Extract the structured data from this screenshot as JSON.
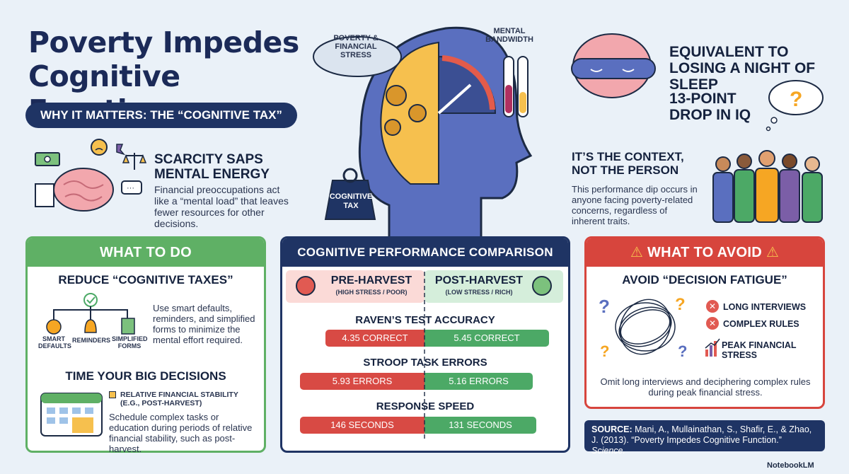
{
  "title": "Poverty Impedes Cognitive Function",
  "why_pill": "WHY IT MATTERS: THE “COGNITIVE TAX”",
  "scarcity": {
    "heading": "SCARCITY SAPS MENTAL ENERGY",
    "body": "Financial preoccupations act like a “mental load” that leaves fewer resources for other decisions."
  },
  "hero": {
    "cloud": "POVERTY & FINANCIAL STRESS",
    "bandwidth": "MENTAL BANDWIDTH",
    "weight": "COGNITIVE TAX"
  },
  "sleep": {
    "line1": "EQUIVALENT TO LOSING A NIGHT OF SLEEP",
    "line2": "13-POINT DROP IN IQ"
  },
  "context": {
    "heading": "IT’S THE CONTEXT, NOT THE PERSON",
    "body": "This performance dip occurs in anyone facing poverty-related concerns, regardless of inherent traits."
  },
  "do_card": {
    "header": "WHAT TO DO",
    "reduce_heading": "REDUCE “COGNITIVE TAXES”",
    "icons": [
      "SMART DEFAULTS",
      "REMINDERS",
      "SIMPLIFIED FORMS"
    ],
    "reduce_body": "Use smart defaults, reminders, and simplified forms to minimize the mental effort required.",
    "time_heading": "TIME YOUR BIG DECISIONS",
    "legend": "RELATIVE FINANCIAL STABILITY (E.G., POST-HARVEST)",
    "time_body": "Schedule complex tasks or education during periods of relative financial stability, such as post-harvest."
  },
  "comparison": {
    "header": "COGNITIVE PERFORMANCE COMPARISON",
    "pre_title": "PRE-HARVEST",
    "pre_sub": "(HIGH STRESS / POOR)",
    "post_title": "POST-HARVEST",
    "post_sub": "(LOW STRESS / RICH)",
    "metrics": [
      {
        "name": "RAVEN’S TEST ACCURACY",
        "pre": 4.35,
        "post": 5.45,
        "pre_label": "4.35 CORRECT",
        "post_label": "5.45 CORRECT"
      },
      {
        "name": "STROOP TASK ERRORS",
        "pre": 5.93,
        "post": 5.16,
        "pre_label": "5.93 ERRORS",
        "post_label": "5.16 ERRORS"
      },
      {
        "name": "RESPONSE SPEED",
        "pre": 146,
        "post": 131,
        "pre_label": "146 SECONDS",
        "post_label": "131 SECONDS"
      }
    ]
  },
  "avoid_card": {
    "header": "WHAT TO AVOID",
    "heading": "AVOID “DECISION FATIGUE”",
    "items": [
      "LONG INTERVIEWS",
      "COMPLEX RULES",
      "PEAK FINANCIAL STRESS"
    ],
    "body": "Omit long interviews and deciphering complex rules during peak financial stress."
  },
  "source": {
    "label": "SOURCE:",
    "text": "Mani, A., Mullainathan, S., Shafir, E., & Zhao, J. (2013). “Poverty Impedes Cognitive Function.”",
    "journal": "Science."
  },
  "watermark": "NotebookLM",
  "colors": {
    "navy": "#1f3464",
    "green": "#5fb065",
    "red": "#d7453d",
    "bg": "#eaf1f8"
  }
}
